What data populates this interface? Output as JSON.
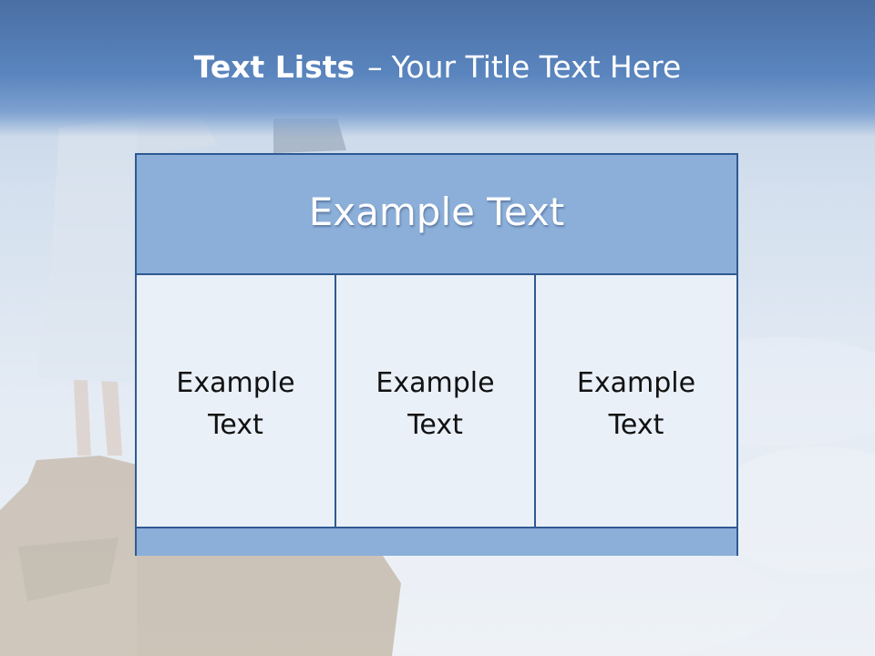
{
  "slide": {
    "title_bold": "Text Lists",
    "title_separator": "–",
    "title_rest": "Your Title Text Here"
  },
  "table": {
    "header": "Example Text",
    "cells": [
      {
        "line1": "Example",
        "line2": "Text"
      },
      {
        "line1": "Example",
        "line2": "Text"
      },
      {
        "line1": "Example",
        "line2": "Text"
      }
    ]
  },
  "colors": {
    "header_band": "#5a85be",
    "table_header_fill": "#8bafd9",
    "table_border": "#2f5a92",
    "cell_fill": "#e9f0f8"
  },
  "background": {
    "image_description_icon": "person-on-rock-image"
  }
}
